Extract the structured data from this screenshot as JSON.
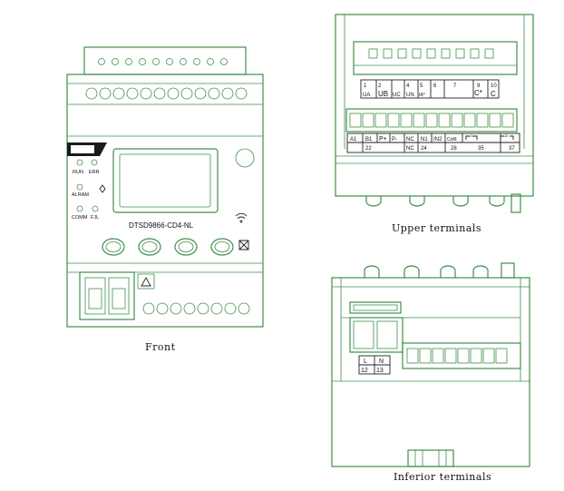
{
  "captions": {
    "front": "Front",
    "upper": "Upper terminals",
    "inferior": "Inferior terminals"
  },
  "front": {
    "model": "DTSD9866-CD4-NL",
    "leds": [
      {
        "label": "RUN"
      },
      {
        "label": "ERR"
      },
      {
        "label": "ALRAM"
      },
      {
        "label": "COMM"
      },
      {
        "label": "FJL"
      }
    ]
  },
  "upper": {
    "top_numbers": [
      "1",
      "2",
      "4",
      "5",
      "6",
      "7",
      "9",
      "10"
    ],
    "top_signals": [
      "UA",
      "UB",
      "UC",
      "UN",
      "IA*",
      "C*",
      "C"
    ],
    "bottom_labels": [
      "A1",
      "B1",
      "P+",
      "P-",
      "NC",
      "N1",
      "IN2",
      "CoM",
      "J1",
      "J2"
    ],
    "bottom_numbers": [
      "22",
      "24",
      "28",
      "35",
      "37"
    ],
    "nc_lower": "NC"
  },
  "inferior": {
    "power_labels": [
      "L",
      "N"
    ],
    "power_numbers": [
      "12",
      "13"
    ]
  },
  "colors": {
    "outline": "#3f8f4a",
    "text": "#111111"
  }
}
